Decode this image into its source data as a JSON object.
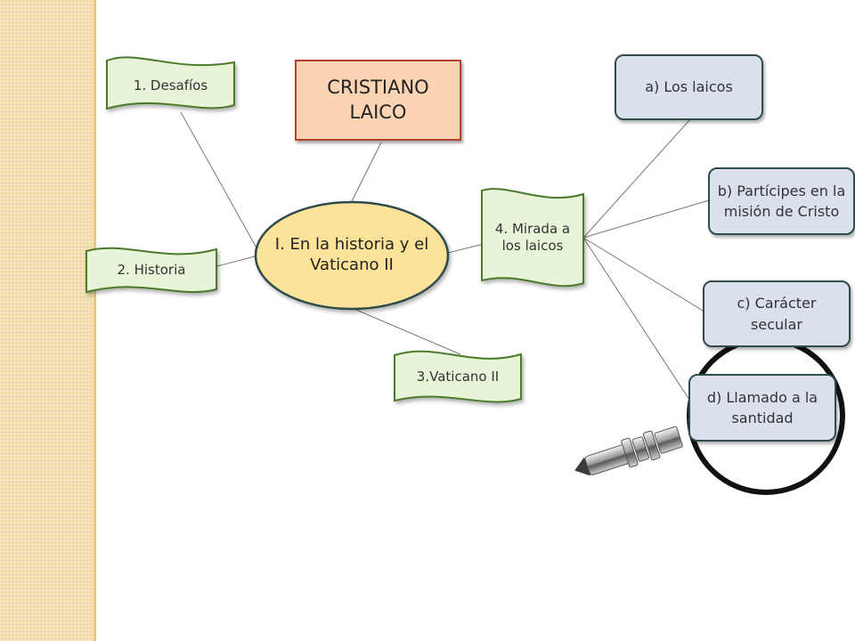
{
  "colors": {
    "flag_fill": "#e8f4d8",
    "flag_stroke": "#4b7a2a",
    "center_fill": "#fde29a",
    "center_stroke": "#2f4b4b",
    "title_fill": "#fbd4b4",
    "title_stroke": "#b3412c",
    "box_fill": "#dbe0ed",
    "box_stroke": "#2f4b4b",
    "side_strip": "#efd9a3"
  },
  "title": "CRISTIANO LAICO",
  "center": "I. En la historia y el Vaticano II",
  "flags": {
    "desafios": "1. Desafíos",
    "historia": "2. Historia",
    "vaticano": "3.Vaticano II",
    "mirada": "4. Mirada a los laicos"
  },
  "boxes": {
    "a": "a) Los laicos",
    "b": "b) Partícipes en la misión de Cristo",
    "c": "c) Carácter secular",
    "d": "d) Llamado a la santidad"
  },
  "icons": {
    "magnifier": "magnifying-glass-icon"
  }
}
